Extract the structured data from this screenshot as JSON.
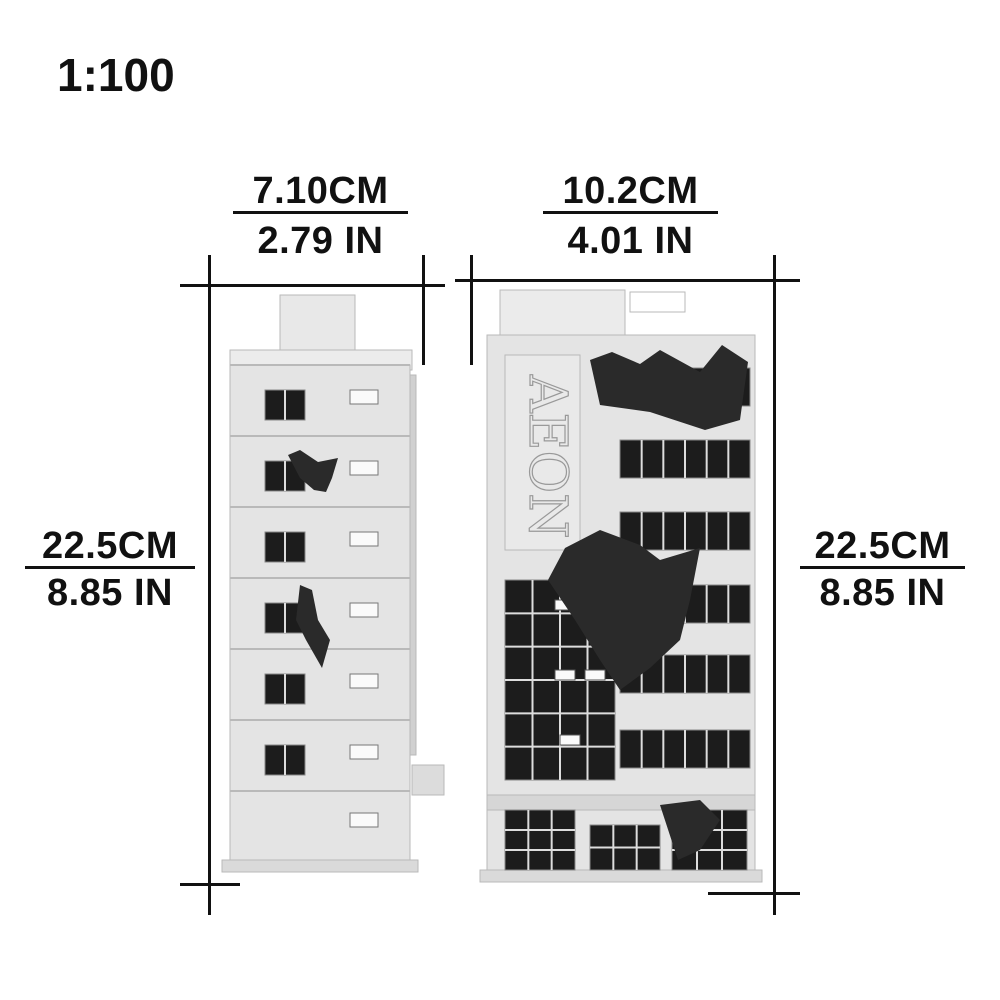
{
  "scale": "1:100",
  "width_left": {
    "cm": "7.10CM",
    "in": "2.79 IN"
  },
  "width_right": {
    "cm": "10.2CM",
    "in": "4.01 IN"
  },
  "height_left": {
    "cm": "22.5CM",
    "in": "8.85 IN"
  },
  "height_right": {
    "cm": "22.5CM",
    "in": "8.85 IN"
  },
  "sign_logo_text": "AEON",
  "colors": {
    "building": "#e4e4e4",
    "outline": "#b9b9b9",
    "damage": "#2a2a2a",
    "line": "#111111"
  }
}
